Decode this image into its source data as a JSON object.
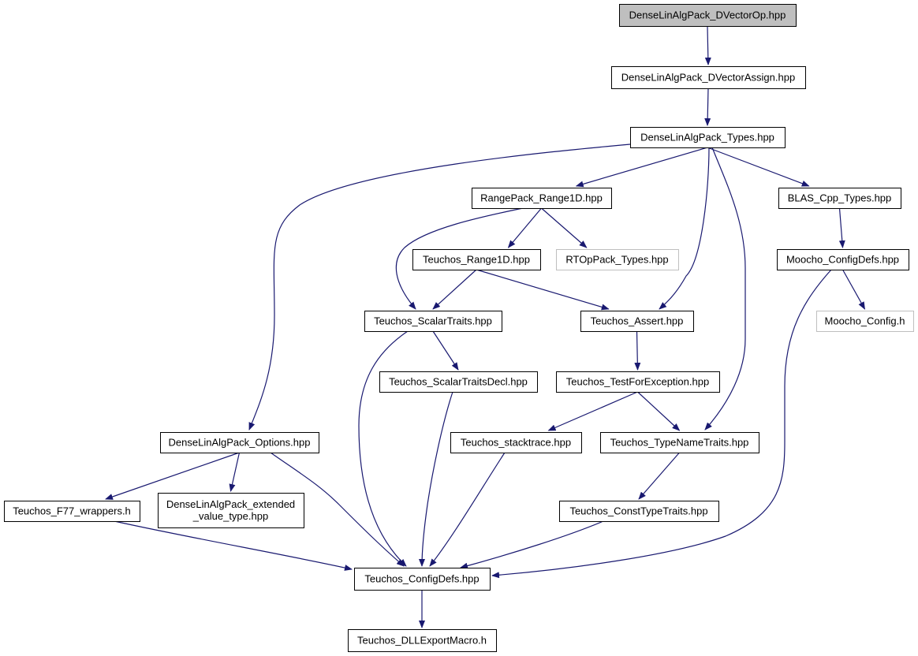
{
  "colors": {
    "edge": "#191970",
    "node_border": "#000000",
    "node_border_external": "#bfbfbf",
    "root_fill": "#bfbfbf",
    "node_fill": "#ffffff"
  },
  "nodes": [
    {
      "id": "dvectorop",
      "label": [
        "DenseLinAlgPack_DVectorOp.hpp"
      ],
      "root": true
    },
    {
      "id": "dvectorassign",
      "label": [
        "DenseLinAlgPack_DVectorAssign.hpp"
      ]
    },
    {
      "id": "types",
      "label": [
        "DenseLinAlgPack_Types.hpp"
      ]
    },
    {
      "id": "range1d",
      "label": [
        "RangePack_Range1D.hpp"
      ]
    },
    {
      "id": "blas",
      "label": [
        "BLAS_Cpp_Types.hpp"
      ]
    },
    {
      "id": "teuchos_range1d",
      "label": [
        "Teuchos_Range1D.hpp"
      ]
    },
    {
      "id": "rtoppack",
      "label": [
        "RTOpPack_Types.hpp"
      ],
      "external": true
    },
    {
      "id": "moocho_configdefs",
      "label": [
        "Moocho_ConfigDefs.hpp"
      ]
    },
    {
      "id": "scalartraits",
      "label": [
        "Teuchos_ScalarTraits.hpp"
      ]
    },
    {
      "id": "assert",
      "label": [
        "Teuchos_Assert.hpp"
      ]
    },
    {
      "id": "moocho_config",
      "label": [
        "Moocho_Config.h"
      ],
      "external": true
    },
    {
      "id": "scalartraitsdecl",
      "label": [
        "Teuchos_ScalarTraitsDecl.hpp"
      ]
    },
    {
      "id": "testforexception",
      "label": [
        "Teuchos_TestForException.hpp"
      ]
    },
    {
      "id": "options",
      "label": [
        "DenseLinAlgPack_Options.hpp"
      ]
    },
    {
      "id": "stacktrace",
      "label": [
        "Teuchos_stacktrace.hpp"
      ]
    },
    {
      "id": "typenametraits",
      "label": [
        "Teuchos_TypeNameTraits.hpp"
      ]
    },
    {
      "id": "f77",
      "label": [
        "Teuchos_F77_wrappers.h"
      ]
    },
    {
      "id": "extended",
      "label": [
        "DenseLinAlgPack_extended",
        "_value_type.hpp"
      ]
    },
    {
      "id": "consttypetraits",
      "label": [
        "Teuchos_ConstTypeTraits.hpp"
      ]
    },
    {
      "id": "teuchos_configdefs",
      "label": [
        "Teuchos_ConfigDefs.hpp"
      ]
    },
    {
      "id": "dllexport",
      "label": [
        "Teuchos_DLLExportMacro.h"
      ]
    }
  ],
  "edges": [
    [
      "dvectorop",
      "dvectorassign"
    ],
    [
      "dvectorassign",
      "types"
    ],
    [
      "types",
      "options"
    ],
    [
      "types",
      "range1d"
    ],
    [
      "types",
      "assert"
    ],
    [
      "types",
      "typenametraits"
    ],
    [
      "types",
      "blas"
    ],
    [
      "range1d",
      "scalartraits"
    ],
    [
      "range1d",
      "teuchos_range1d"
    ],
    [
      "range1d",
      "rtoppack"
    ],
    [
      "blas",
      "moocho_configdefs"
    ],
    [
      "teuchos_range1d",
      "scalartraits"
    ],
    [
      "teuchos_range1d",
      "assert"
    ],
    [
      "moocho_configdefs",
      "moocho_config"
    ],
    [
      "moocho_configdefs",
      "teuchos_configdefs"
    ],
    [
      "scalartraits",
      "scalartraitsdecl"
    ],
    [
      "scalartraits",
      "teuchos_configdefs"
    ],
    [
      "assert",
      "testforexception"
    ],
    [
      "scalartraitsdecl",
      "teuchos_configdefs"
    ],
    [
      "testforexception",
      "stacktrace"
    ],
    [
      "testforexception",
      "typenametraits"
    ],
    [
      "options",
      "f77"
    ],
    [
      "options",
      "extended"
    ],
    [
      "options",
      "teuchos_configdefs"
    ],
    [
      "stacktrace",
      "teuchos_configdefs"
    ],
    [
      "typenametraits",
      "consttypetraits"
    ],
    [
      "f77",
      "teuchos_configdefs"
    ],
    [
      "consttypetraits",
      "teuchos_configdefs"
    ],
    [
      "teuchos_configdefs",
      "dllexport"
    ]
  ]
}
